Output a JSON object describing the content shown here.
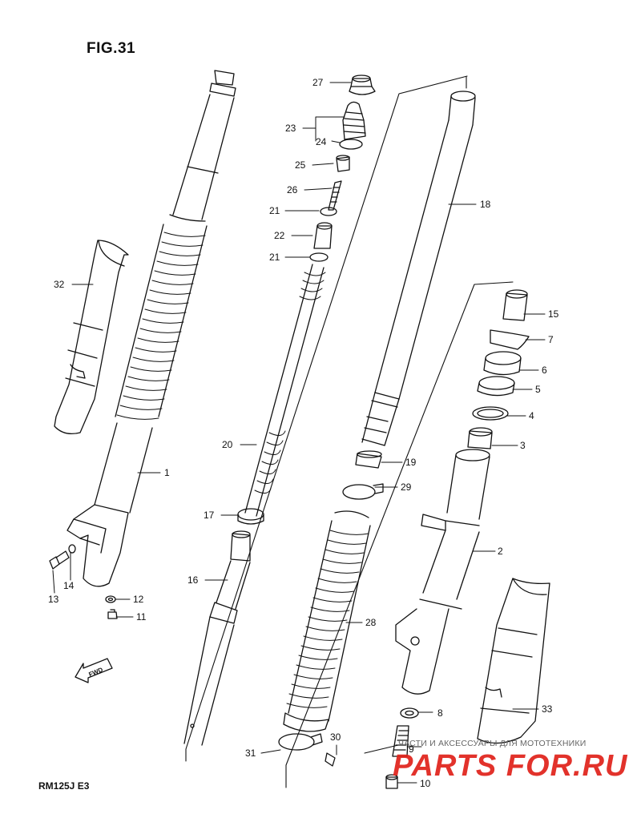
{
  "figure": {
    "title": "FIG.31",
    "model": "RM125J  E3",
    "fwd_label": "FWD"
  },
  "watermark": {
    "tagline": "ЧАСТИ И АКСЕССУАРЫ ДЛЯ МОТОТЕХНИКИ",
    "brand": "PARTS FOR.RU",
    "brand_color": "#e0231c"
  },
  "callouts": {
    "p1": "1",
    "p2": "2",
    "p3": "3",
    "p4": "4",
    "p5": "5",
    "p6": "6",
    "p7": "7",
    "p8": "8",
    "p9": "9",
    "p10": "10",
    "p11": "11",
    "p12": "12",
    "p13": "13",
    "p14": "14",
    "p15": "15",
    "p16": "16",
    "p17": "17",
    "p18": "18",
    "p19": "19",
    "p20": "20",
    "p21a": "21",
    "p21b": "21",
    "p22": "22",
    "p23": "23",
    "p24": "24",
    "p25": "25",
    "p26": "26",
    "p27": "27",
    "p28": "28",
    "p29": "29",
    "p30": "30",
    "p31": "31",
    "p32": "32",
    "p33": "33"
  }
}
